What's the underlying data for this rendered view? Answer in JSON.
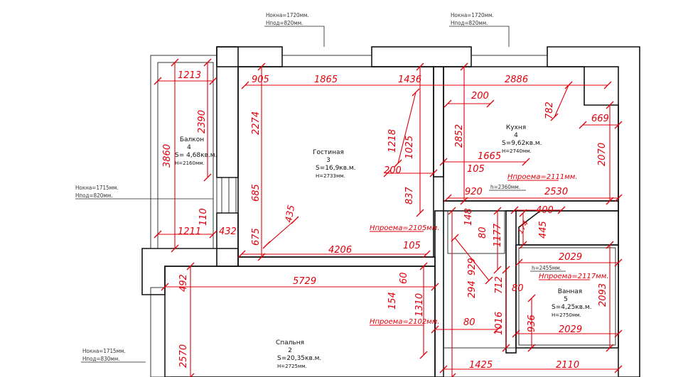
{
  "rooms": [
    {
      "id": "balcony",
      "name": "Балкон",
      "number": "4",
      "area": "S= 4,68кв.м.",
      "height": "H=2160мм."
    },
    {
      "id": "living",
      "name": "Гостиная",
      "number": "3",
      "area": "S=16,9кв.м.",
      "height": "H=2733мм."
    },
    {
      "id": "kitchen",
      "name": "Кухня",
      "number": "4",
      "area": "S=9,62кв.м.",
      "height": "H=2740мм."
    },
    {
      "id": "bath",
      "name": "Ванная",
      "number": "5",
      "area": "S=4,25кв.м.",
      "height": "H=2750мм."
    },
    {
      "id": "bedroom",
      "name": "Спальня",
      "number": "2",
      "area": "S=20,35кв.м.",
      "height": "H=2725мм."
    }
  ],
  "window_notes": [
    {
      "a": "Нокна=1720мм.",
      "b": "Нпод=820мм."
    },
    {
      "a": "Нокна=1720мм.",
      "b": "Нпод=820мм."
    },
    {
      "a": "Нокна=1715мм.",
      "b": "Нпод=820мм."
    },
    {
      "a": "Нокна=1715мм.",
      "b": "Нпод=830мм."
    }
  ],
  "opening_notes": [
    "Нпроема=2111мм.",
    "Нпроема=2105мм.",
    "Нпроема=2117мм.",
    "Нпроема=2102мм."
  ],
  "height_marks": [
    "h=2360мм.",
    "h=2455мм."
  ],
  "dims": {
    "d1213": "1213",
    "d905": "905",
    "d1865": "1865",
    "d1436": "1436",
    "d2886": "2886",
    "d200a": "200",
    "d782": "782",
    "d669": "669",
    "d2390": "2390",
    "d2274": "2274",
    "d1218": "1218",
    "d1025": "1025",
    "d2852": "2852",
    "d2070": "2070",
    "d1665": "1665",
    "d3860": "3860",
    "d200b": "200",
    "d105a": "105",
    "d837": "837",
    "d920": "920",
    "d2530": "2530",
    "d685": "685",
    "d435": "435",
    "d400": "400",
    "d110": "110",
    "d148": "148",
    "d1211": "1211",
    "d432": "432",
    "d675": "675",
    "d80a": "80",
    "d1177": "1177",
    "d174": "174",
    "d445": "445",
    "d4206": "4206",
    "d105b": "105",
    "d2029a": "2029",
    "d492": "492",
    "d5729": "5729",
    "d60": "60",
    "d929": "929",
    "d294": "294",
    "d712": "712",
    "d2093": "2093",
    "d154": "154",
    "d1310": "1310",
    "d80b": "80",
    "d80c": "80",
    "d1016": "1016",
    "d936": "936",
    "d2029b": "2029",
    "d2570": "2570",
    "d1425": "1425",
    "d2110": "2110"
  }
}
